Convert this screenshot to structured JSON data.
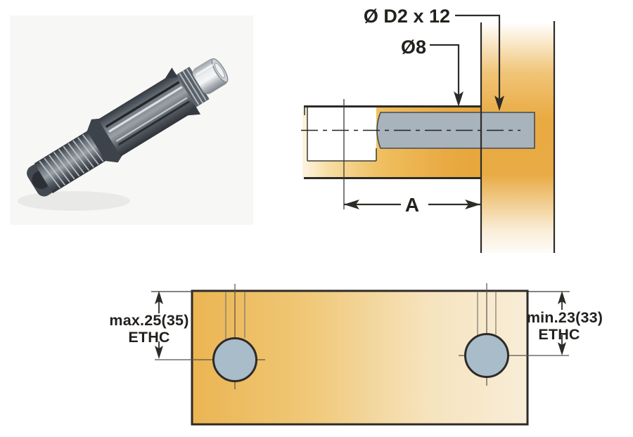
{
  "top_drawing": {
    "labels": {
      "d2": "Ø D2 x 12",
      "d8": "Ø8",
      "a": "A"
    }
  },
  "bottom_drawing": {
    "left": {
      "value": "max.25(35)",
      "code": "ETHC"
    },
    "right": {
      "value": "min.23(33)",
      "code": "ETHC"
    }
  },
  "colors": {
    "panel_gold": "#e8a73e",
    "panel_gold_light": "#f7e7c5",
    "dowel_gray": "#a9b3bc",
    "hole_fill": "#a9bcca",
    "line_dark": "#2d2b28"
  }
}
